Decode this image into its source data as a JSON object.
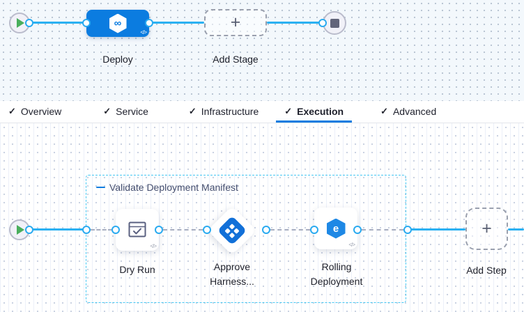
{
  "icons": {
    "plus": "+",
    "check": "✓",
    "infinity": "∞",
    "code": "</>",
    "rolling_glyph": "e"
  },
  "colors": {
    "primary_blue": "#0b7ce0",
    "connector_blue": "#2bb1f2",
    "group_border_cyan": "#45c7f3",
    "play_green": "#49ae5c",
    "stop_gray": "#62657a",
    "active_tab_underline": "#0b7ce0"
  },
  "stage_panel": {
    "deploy_label": "Deploy",
    "add_stage_label": "Add Stage"
  },
  "tabs": [
    {
      "label": "Overview"
    },
    {
      "label": "Service"
    },
    {
      "label": "Infrastructure"
    },
    {
      "label": "Execution",
      "active": true
    },
    {
      "label": "Advanced"
    }
  ],
  "execution_panel": {
    "group_label": "Validate Deployment Manifest",
    "steps": [
      {
        "label": "Dry Run",
        "icon": "dry-run-icon"
      },
      {
        "label": "Approve\nHarness...",
        "icon": "harness-approval-icon"
      },
      {
        "label": "Rolling\nDeployment",
        "icon": "rolling-deployment-icon"
      }
    ],
    "add_step_label": "Add Step"
  }
}
